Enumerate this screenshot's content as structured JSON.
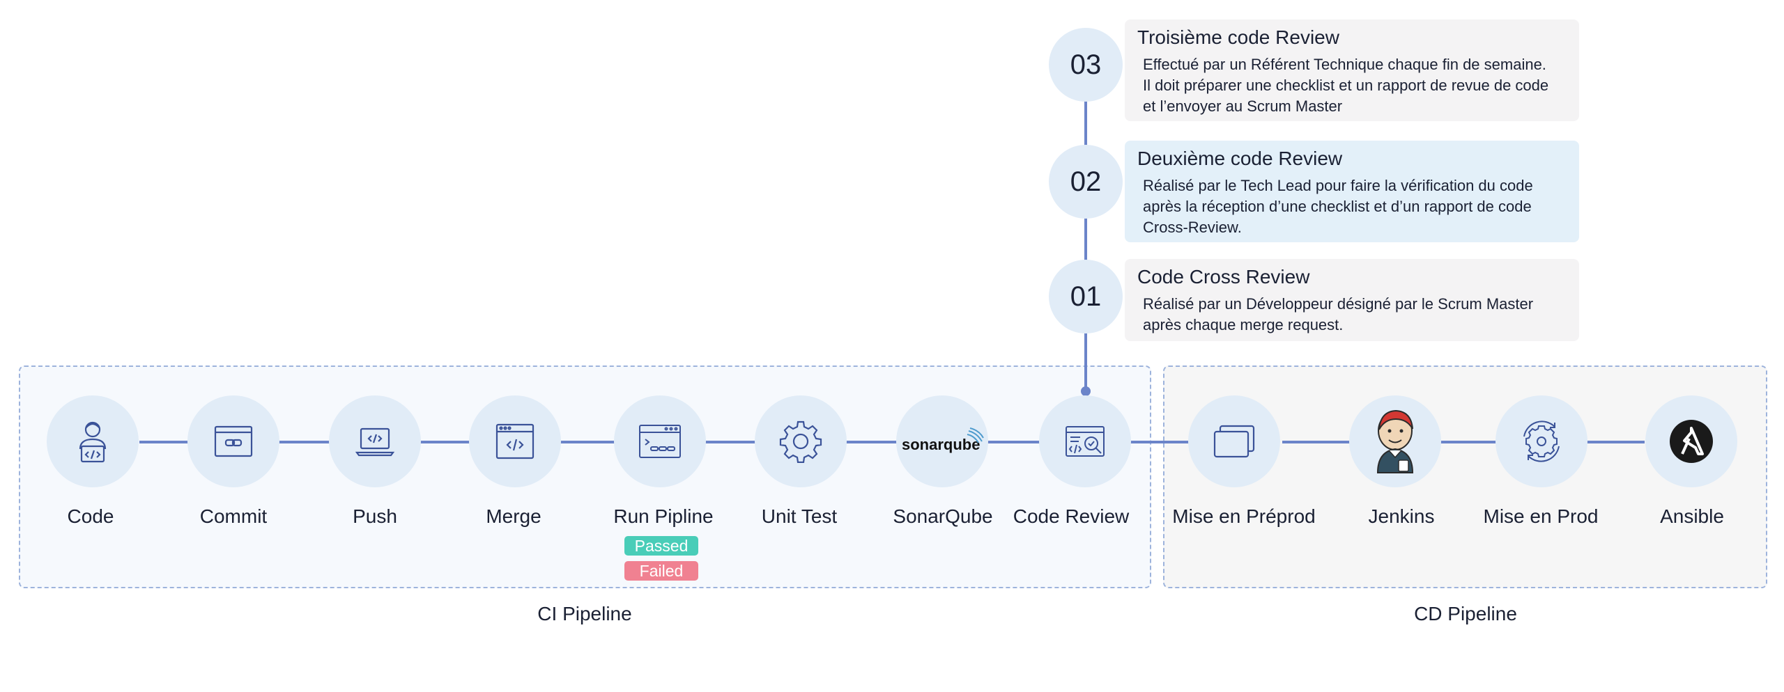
{
  "reviews": [
    {
      "number": "03",
      "title": "Troisième code Review",
      "lines": [
        "Effectué par un Référent Technique chaque fin de semaine.",
        "Il doit préparer une checklist et un rapport de revue de code",
        "et l’envoyer au Scrum Master"
      ]
    },
    {
      "number": "02",
      "title": "Deuxième code Review",
      "lines": [
        "Réalisé par le Tech Lead pour faire la vérification du code",
        "après la réception d’une checklist et d’un rapport de code",
        "Cross-Review."
      ]
    },
    {
      "number": "01",
      "title": "Code Cross Review",
      "lines": [
        "Réalisé par un Développeur désigné par le Scrum Master",
        "après chaque merge request."
      ]
    }
  ],
  "ci": {
    "title": "CI Pipeline",
    "steps": [
      {
        "label": "Code",
        "icon": "developer-icon"
      },
      {
        "label": "Commit",
        "icon": "commit-window-icon"
      },
      {
        "label": "Push",
        "icon": "laptop-code-icon"
      },
      {
        "label": "Merge",
        "icon": "browser-code-icon"
      },
      {
        "label": "Run Pipline",
        "icon": "pipeline-window-icon"
      },
      {
        "label": "Unit Test",
        "icon": "gear-icon"
      },
      {
        "label": "SonarQube",
        "icon": "sonarqube-logo",
        "logo_text": "sonarqube"
      },
      {
        "label": "Code Review",
        "icon": "code-review-icon"
      }
    ],
    "badges": {
      "passed": "Passed",
      "failed": "Failed"
    }
  },
  "cd": {
    "title": "CD Pipeline",
    "steps": [
      {
        "label": "Mise en Préprod",
        "icon": "stacked-windows-icon"
      },
      {
        "label": "Jenkins",
        "icon": "jenkins-logo"
      },
      {
        "label": "Mise en Prod",
        "icon": "gear-cycle-icon"
      },
      {
        "label": "Ansible",
        "icon": "ansible-logo"
      }
    ]
  },
  "colors": {
    "accent": "#6b84c9",
    "circle": "#e1ecf7",
    "passed": "#49cdb8",
    "failed": "#f08191",
    "icon": "#3a5298"
  }
}
